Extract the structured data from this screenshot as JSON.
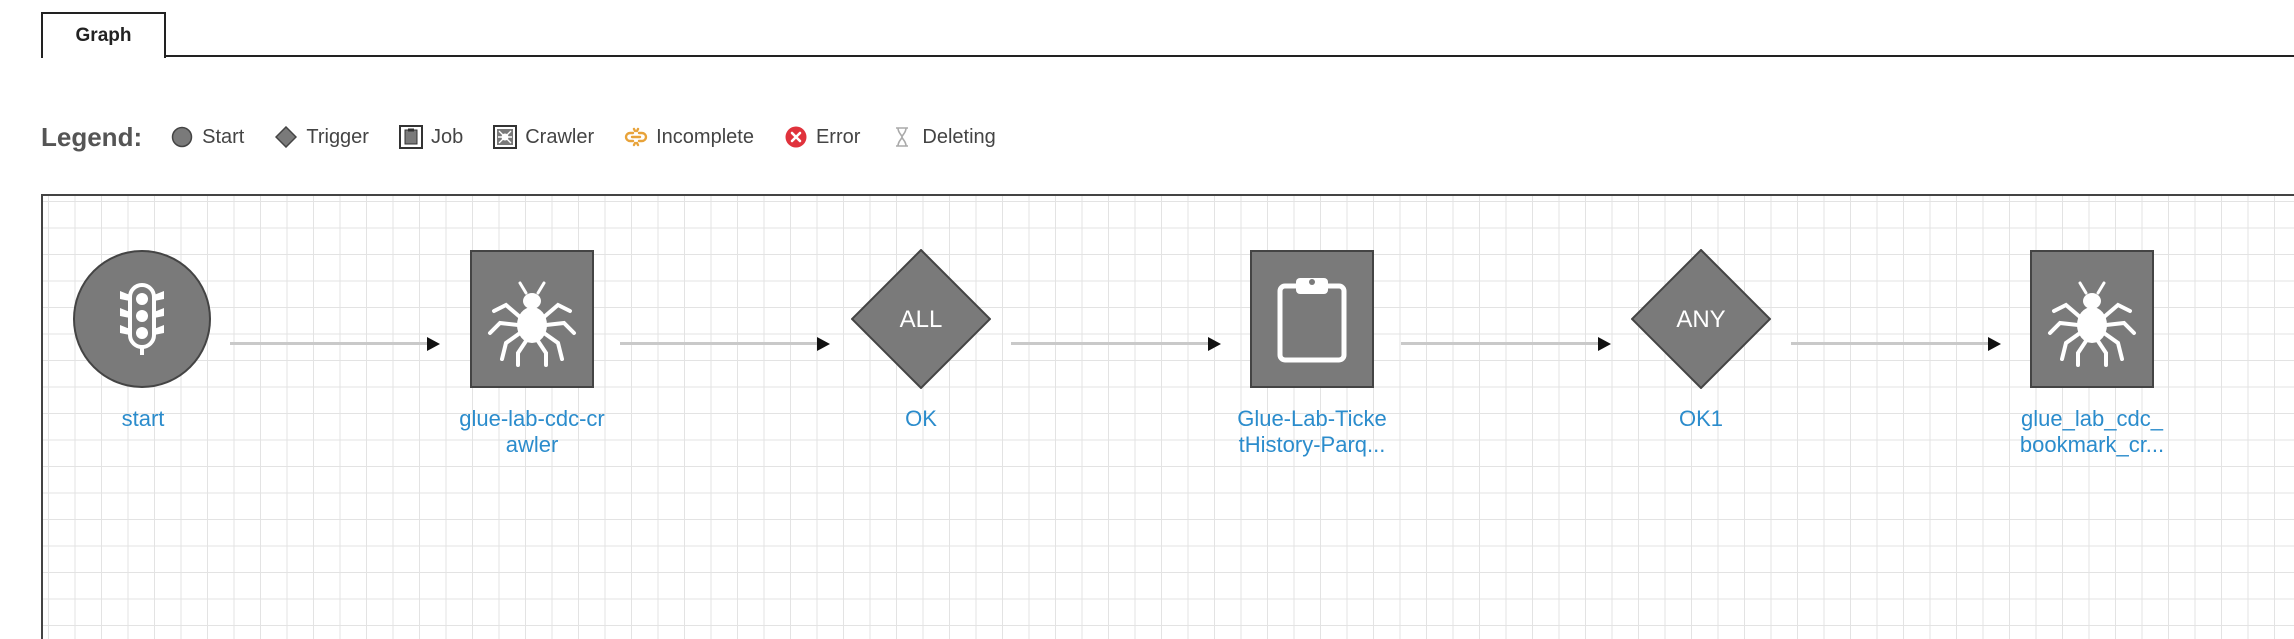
{
  "tabs": [
    {
      "label": "Graph",
      "active": true
    }
  ],
  "legend": {
    "title": "Legend:",
    "items": [
      {
        "label": "Start",
        "icon": "circle-icon"
      },
      {
        "label": "Trigger",
        "icon": "diamond-icon"
      },
      {
        "label": "Job",
        "icon": "job-icon"
      },
      {
        "label": "Crawler",
        "icon": "crawler-icon"
      },
      {
        "label": "Incomplete",
        "icon": "incomplete-icon"
      },
      {
        "label": "Error",
        "icon": "error-icon"
      },
      {
        "label": "Deleting",
        "icon": "hourglass-icon"
      }
    ]
  },
  "graph": {
    "nodes": [
      {
        "label_line1": "start",
        "label_line2": "",
        "type": "start",
        "icon": "traffic-light-icon"
      },
      {
        "label_line1": "glue-lab-cdc-cr",
        "label_line2": "awler",
        "type": "crawler",
        "icon": "spider-icon"
      },
      {
        "label_line1": "OK",
        "label_line2": "",
        "type": "trigger",
        "condition": "ALL"
      },
      {
        "label_line1": "Glue-Lab-Ticke",
        "label_line2": "tHistory-Parq...",
        "type": "job",
        "icon": "clipboard-icon"
      },
      {
        "label_line1": "OK1",
        "label_line2": "",
        "type": "trigger",
        "condition": "ANY"
      },
      {
        "label_line1": "glue_lab_cdc_",
        "label_line2": "bookmark_cr...",
        "type": "crawler",
        "icon": "spider-icon"
      }
    ]
  },
  "colors": {
    "node_fill": "#7a7a7a",
    "node_border": "#444444",
    "link": "#2b8ccc",
    "edge": "#c9c9c9",
    "incomplete": "#e8a33a",
    "error": "#e0323c"
  }
}
